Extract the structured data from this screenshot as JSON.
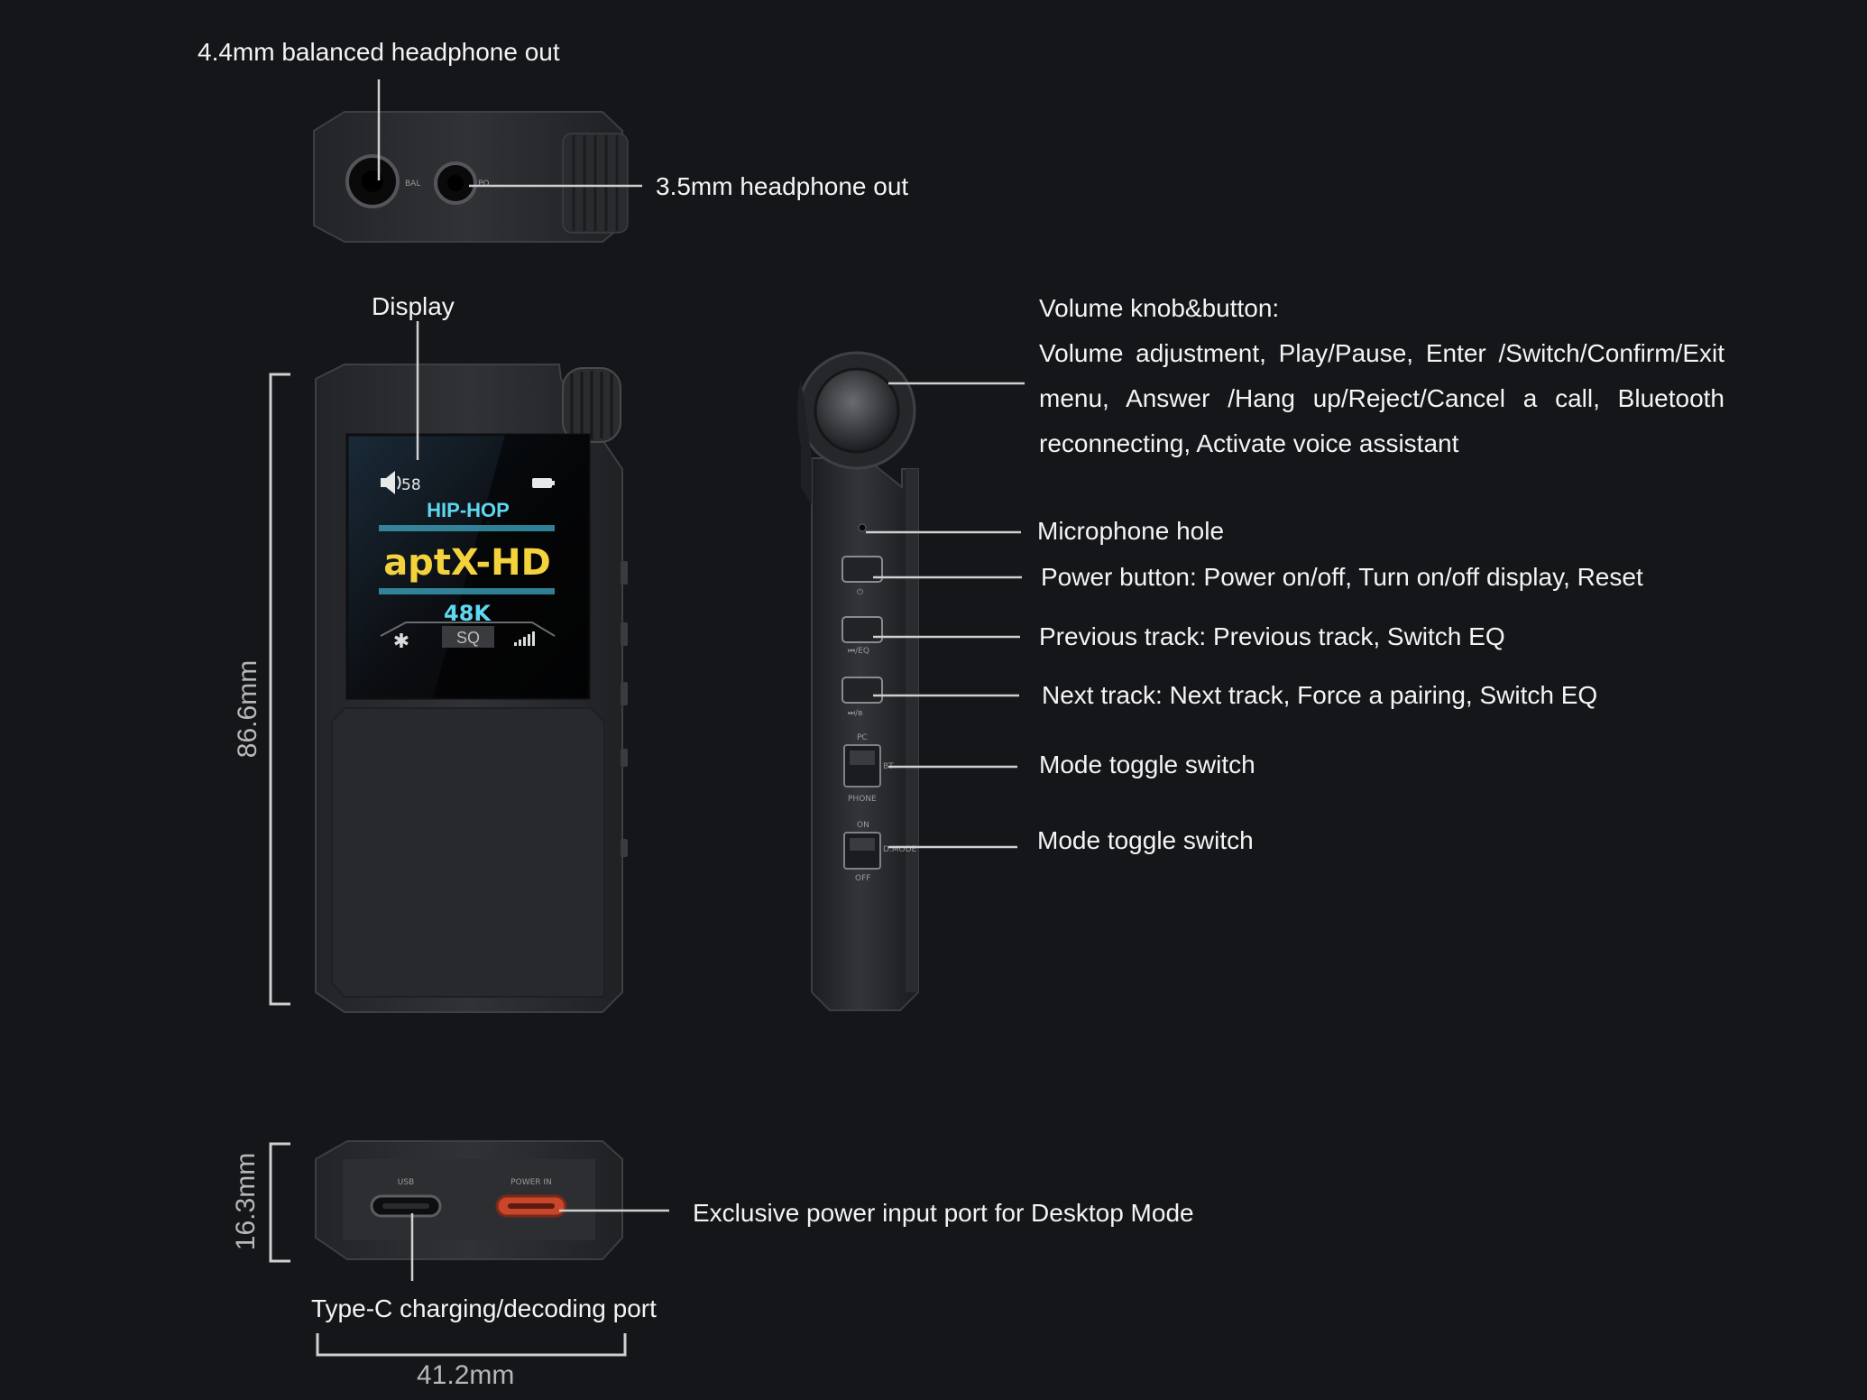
{
  "callouts": {
    "balanced_out": "4.4mm balanced headphone out",
    "headphone_35": "3.5mm headphone out",
    "display": "Display",
    "volume_title": "Volume knob&button:",
    "volume_desc": "Volume adjustment, Play/Pause, Enter /Switch/Confirm/Exit menu, Answer /Hang up/Reject/Cancel a call, Bluetooth reconnecting, Activate voice assistant",
    "mic_hole": "Microphone hole",
    "power_button": "Power button: Power on/off, Turn on/off display, Reset",
    "prev_track": "Previous track: Previous track, Switch EQ",
    "next_track": "Next track: Next track, Force a pairing, Switch EQ",
    "mode_toggle_1": "Mode toggle switch",
    "mode_toggle_2": "Mode toggle switch",
    "power_input": "Exclusive power input port for Desktop Mode",
    "typec_port": "Type-C charging/decoding port"
  },
  "dimensions": {
    "height": "86.6mm",
    "depth": "16.3mm",
    "width": "41.2mm"
  },
  "screen": {
    "volume": "58",
    "genre": "HIP-HOP",
    "codec": "aptX-HD",
    "sample_rate": "48K",
    "quality": "SQ"
  },
  "device_markings": {
    "bal": "BAL",
    "po": "PO",
    "usb": "USB",
    "power_in": "POWER IN",
    "pc": "PC",
    "phone": "PHONE",
    "bt": "BT",
    "on": "ON",
    "off": "OFF",
    "dmode": "D.MODE",
    "prev_eq": "⏮/EQ",
    "next_bt": "⏭/ʙ"
  },
  "colors": {
    "background": "#151619",
    "body": "#2c2d30",
    "screen_accent": "#5ed8f0",
    "codec_yellow": "#f3d23c",
    "power_port": "#c9462a",
    "leader_line": "#d0d0d0"
  }
}
